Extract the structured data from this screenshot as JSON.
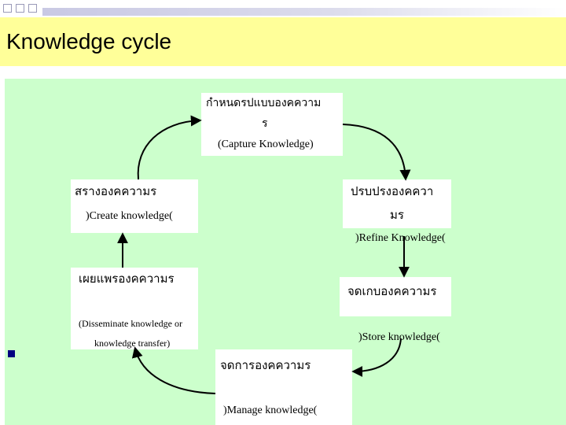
{
  "header": {
    "title": "Knowledge cycle"
  },
  "nodes": {
    "capture": {
      "thai_line1": "กำหนดรปแบบองคความ",
      "thai_line2": "ร",
      "english": "(Capture Knowledge)"
    },
    "create": {
      "thai": "สรางองคความร",
      "english": ")Create knowledge("
    },
    "refine": {
      "thai_line1": "ปรบปรงองคควา",
      "thai_line2": "มร",
      "english": ")Refine Knowledge("
    },
    "disseminate": {
      "thai": "เผยแพรองคความร",
      "english_line1": "(Disseminate knowledge or",
      "english_line2": "knowledge transfer)"
    },
    "store": {
      "thai": "จดเกบองคความร",
      "english": ")Store knowledge("
    },
    "manage": {
      "thai": "จดการองคความร",
      "english": ")Manage knowledge("
    }
  },
  "colors": {
    "title_background": "#ffff99",
    "panel_background": "#ccffcc",
    "box_background": "#ffffff",
    "arrow": "#000000",
    "bullet": "#000080"
  }
}
